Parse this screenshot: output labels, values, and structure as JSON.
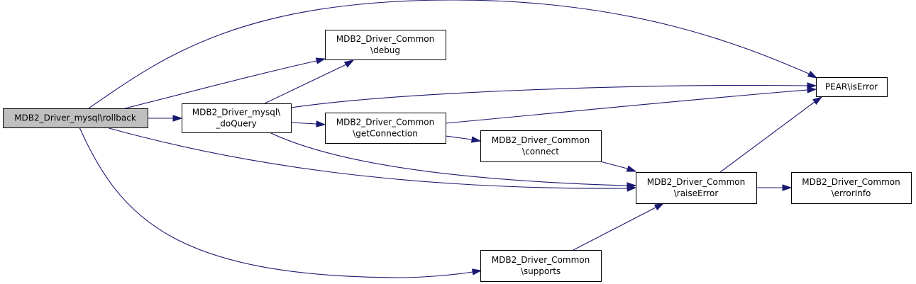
{
  "graph": {
    "type": "call-graph",
    "edge_color": "#191970",
    "root_fill": "#bfbfbf",
    "node_fill": "#ffffff",
    "nodes": [
      {
        "id": "rollback",
        "lines": [
          "MDB2_Driver_mysql\\rollback"
        ],
        "root": true
      },
      {
        "id": "doQuery",
        "lines": [
          "MDB2_Driver_mysql\\",
          "_doQuery"
        ]
      },
      {
        "id": "debug",
        "lines": [
          "MDB2_Driver_Common",
          "\\debug"
        ]
      },
      {
        "id": "getConnection",
        "lines": [
          "MDB2_Driver_Common",
          "\\getConnection"
        ]
      },
      {
        "id": "connect",
        "lines": [
          "MDB2_Driver_Common",
          "\\connect"
        ]
      },
      {
        "id": "raiseError",
        "lines": [
          "MDB2_Driver_Common",
          "\\raiseError"
        ]
      },
      {
        "id": "isError",
        "lines": [
          "PEAR\\isError"
        ]
      },
      {
        "id": "errorInfo",
        "lines": [
          "MDB2_Driver_Common",
          "\\errorInfo"
        ]
      },
      {
        "id": "supports",
        "lines": [
          "MDB2_Driver_Common",
          "\\supports"
        ]
      }
    ],
    "edges": [
      {
        "from": "rollback",
        "to": "doQuery"
      },
      {
        "from": "rollback",
        "to": "debug"
      },
      {
        "from": "rollback",
        "to": "isError"
      },
      {
        "from": "rollback",
        "to": "raiseError"
      },
      {
        "from": "rollback",
        "to": "supports"
      },
      {
        "from": "doQuery",
        "to": "debug"
      },
      {
        "from": "doQuery",
        "to": "isError"
      },
      {
        "from": "doQuery",
        "to": "getConnection"
      },
      {
        "from": "doQuery",
        "to": "raiseError"
      },
      {
        "from": "getConnection",
        "to": "isError"
      },
      {
        "from": "getConnection",
        "to": "connect"
      },
      {
        "from": "connect",
        "to": "raiseError"
      },
      {
        "from": "raiseError",
        "to": "isError"
      },
      {
        "from": "raiseError",
        "to": "errorInfo"
      },
      {
        "from": "supports",
        "to": "raiseError"
      }
    ]
  }
}
